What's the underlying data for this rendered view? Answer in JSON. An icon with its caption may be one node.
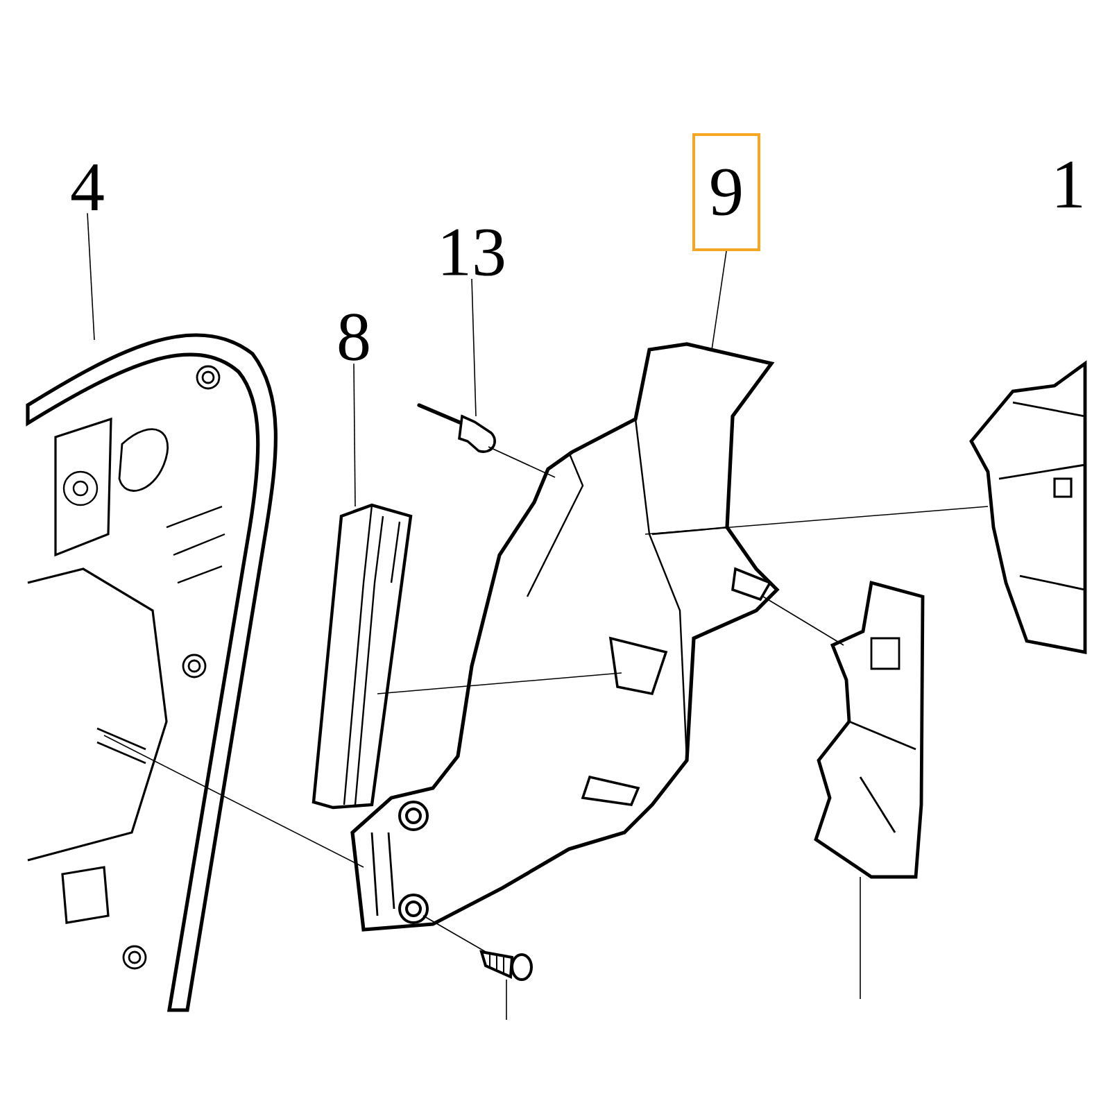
{
  "diagram": {
    "nodes": [
      {
        "text": [
          "4"
        ]
      },
      {
        "text": [
          "13"
        ]
      },
      {
        "text": [
          "8"
        ]
      },
      {
        "text": [
          "9"
        ]
      },
      {
        "text": [],
        "shape": "picture"
      },
      {
        "text": [],
        "shape": "picture"
      },
      {
        "text": [],
        "shape": "picture"
      },
      {
        "text": [],
        "shape": "picture"
      },
      {
        "text": [],
        "shape": "picture"
      },
      {
        "text": [],
        "shape": "picture"
      },
      {
        "text": [],
        "shape": "picture"
      }
    ],
    "edges": [
      {
        "from": 0,
        "to": 4,
        "arrow": "none"
      },
      {
        "from": 1,
        "to": 5,
        "arrow": "none"
      },
      {
        "from": 2,
        "to": 6,
        "arrow": "none"
      },
      {
        "from": 3,
        "to": 7,
        "arrow": "none"
      },
      {
        "from": 4,
        "to": 7,
        "arrow": "none"
      },
      {
        "from": 5,
        "to": 7,
        "arrow": "none"
      },
      {
        "from": 6,
        "to": 7,
        "arrow": "none"
      },
      {
        "from": 7,
        "to": 8,
        "arrow": "none"
      },
      {
        "from": 7,
        "to": 10,
        "arrow": "none"
      },
      {
        "from": 9,
        "to": 7,
        "arrow": "none"
      },
      {
        "from": 9,
        "to": null,
        "arrow": "none"
      },
      {
        "from": 10,
        "to": null,
        "arrow": "none"
      }
    ],
    "labels": [
      "1"
    ]
  }
}
